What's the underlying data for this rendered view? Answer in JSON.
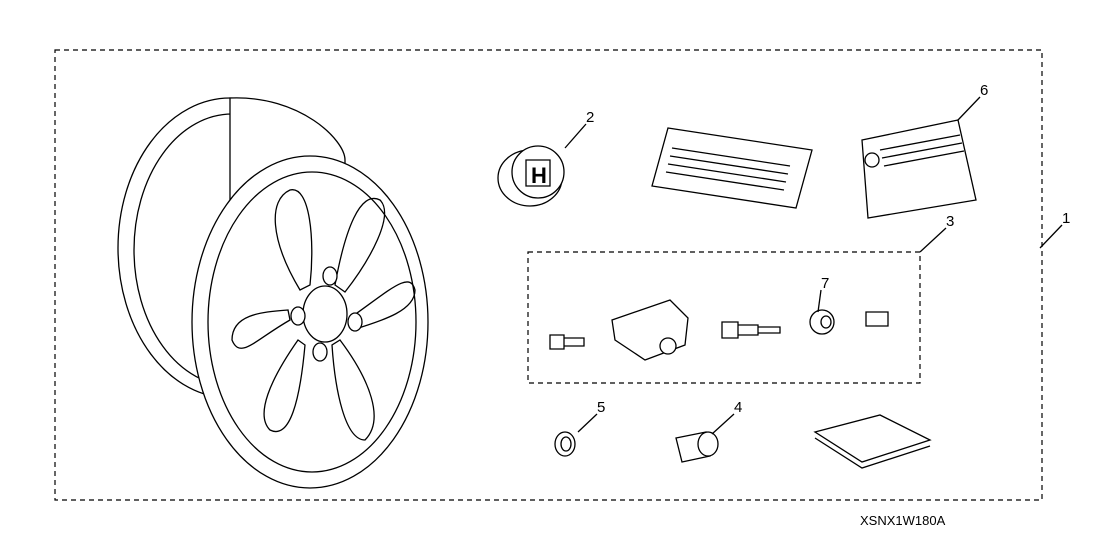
{
  "diagram": {
    "callouts": [
      {
        "id": "1",
        "label": "1"
      },
      {
        "id": "2",
        "label": "2"
      },
      {
        "id": "3",
        "label": "3"
      },
      {
        "id": "4",
        "label": "4"
      },
      {
        "id": "5",
        "label": "5"
      },
      {
        "id": "6",
        "label": "6"
      },
      {
        "id": "7",
        "label": "7"
      }
    ],
    "diagram_code": "XSNX1W180A"
  }
}
